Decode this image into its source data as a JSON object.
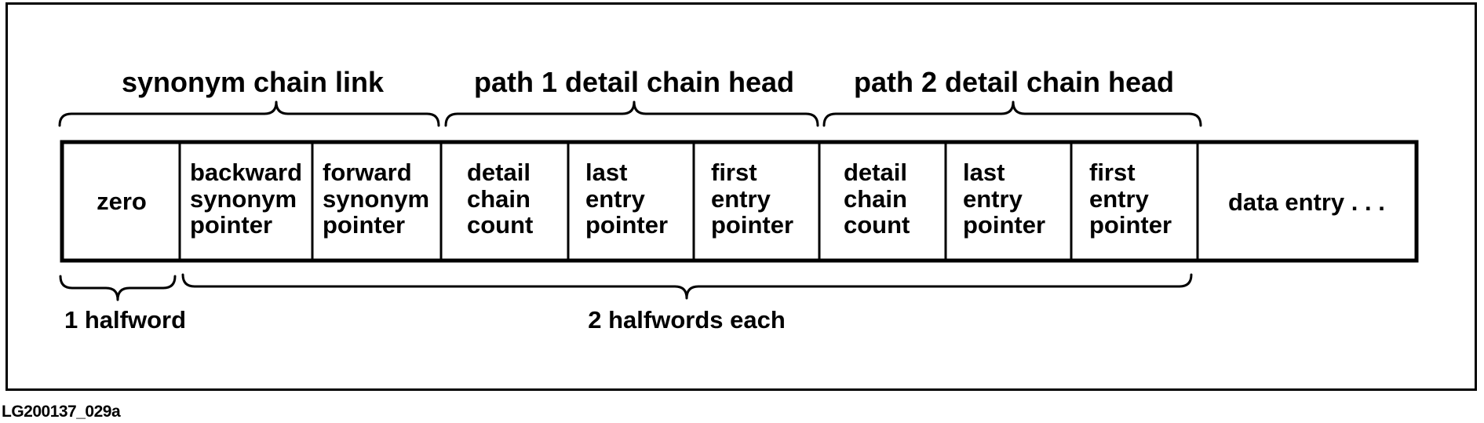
{
  "groups": [
    {
      "label": "synonym chain link"
    },
    {
      "label": "path 1 detail chain head"
    },
    {
      "label": "path 2 detail chain head"
    }
  ],
  "fields": [
    {
      "lines": [
        "zero"
      ]
    },
    {
      "lines": [
        "backward",
        "synonym",
        "pointer"
      ]
    },
    {
      "lines": [
        "forward",
        "synonym",
        "pointer"
      ]
    },
    {
      "lines": [
        "detail",
        "chain",
        "count"
      ]
    },
    {
      "lines": [
        "last",
        "entry",
        "pointer"
      ]
    },
    {
      "lines": [
        "first",
        "entry",
        "pointer"
      ]
    },
    {
      "lines": [
        "detail",
        "chain",
        "count"
      ]
    },
    {
      "lines": [
        "last",
        "entry",
        "pointer"
      ]
    },
    {
      "lines": [
        "first",
        "entry",
        "pointer"
      ]
    },
    {
      "lines": [
        "data entry . . ."
      ]
    }
  ],
  "size_labels": {
    "single": "1 halfword",
    "each": "2 halfwords each"
  },
  "figure_id": "LG200137_029a"
}
